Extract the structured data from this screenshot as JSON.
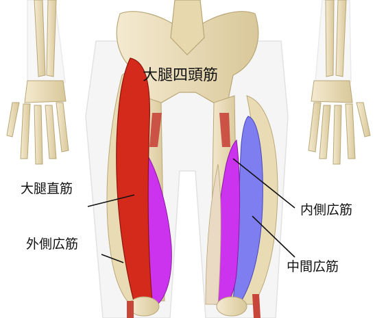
{
  "labels": {
    "main": "大腿四頭筋",
    "rectus_femoris": "大腿直筋",
    "vastus_lateralis": "外側広筋",
    "vastus_medialis": "内側広筋",
    "vastus_intermedius": "中間広筋"
  },
  "colors": {
    "rectus_femoris": "#d42a1c",
    "vastus_lateralis": "#cc33ee",
    "vastus_intermedius": "#7e7ef0",
    "bone": "#efe3bf",
    "thigh_outline": "#cfcfcf"
  }
}
